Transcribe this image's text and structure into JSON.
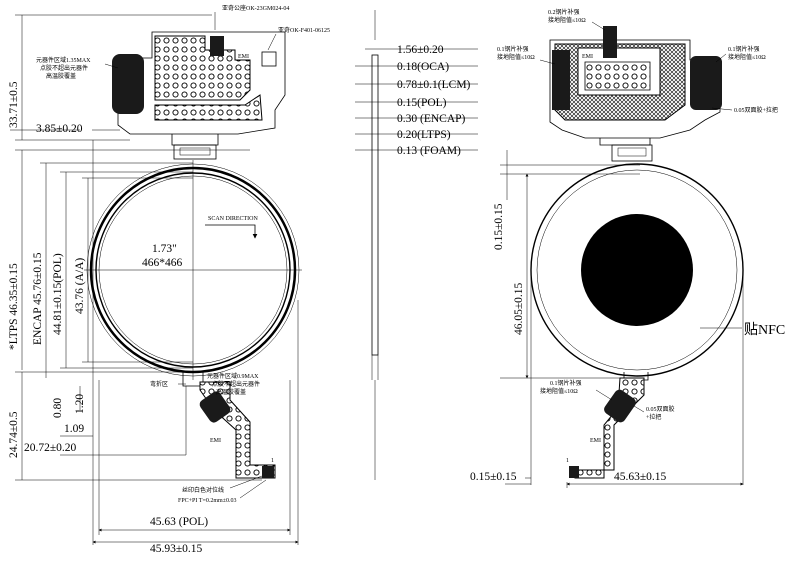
{
  "colors": {
    "ink": "#000000",
    "paper": "#ffffff",
    "fill_dark": "#1a1a1a"
  },
  "front_view": {
    "connector_part_1": "亚奇公座OK-23GM024-04",
    "connector_part_2": "亚奇OK-F401-06125",
    "component_area_top": "元器件区域1.35MAX",
    "component_area_top_2": "点胶不超出元器件",
    "component_area_top_3": "高温胶覆盖",
    "emi_label_top": "EMI",
    "display_size": "1.73\"",
    "resolution": "466*466",
    "scan_direction": "SCAN DIRECTION",
    "component_area_bottom": "元器件区域0.9MAX",
    "component_area_bottom_2": "点胶不超出元器件",
    "component_area_bottom_3": "高温胶覆盖",
    "bend_zone": "弯折区",
    "emi_label_bottom": "EMI",
    "white_line": "丝印白色对位线",
    "fpc_note": "FPC+PI T=0.2mm±0.03",
    "pin_one": "1",
    "dims": {
      "top_height": "33.71±0.5",
      "top_offset": "3.85±0.20",
      "ltps": "*LTPS 46.35±0.15",
      "encap": "ENCAP 45.76±0.15",
      "pol_h": "44.81±0.15(POL)",
      "aa": "43.76 (A/A)",
      "d080": "0.80",
      "d120": "1.20",
      "d109": "1.09",
      "tail_height": "24.74±0.5",
      "tail_offset": "20.72±0.20",
      "pol_w": "45.63 (POL)",
      "ltps_w": "45.93±0.15"
    }
  },
  "stack": {
    "total": "1.56±0.20",
    "layers": [
      "0.18(OCA)",
      "0.78±0.1(LCM)",
      "0.15(POL)",
      "0.30 (ENCAP)",
      "0.20(LTPS)",
      "0.13 (FOAM)"
    ]
  },
  "back_view": {
    "stiffener_top": "0.2钢片补强",
    "stiffener_top_2": "接地阻值≤10Ω",
    "stiffener_left": "0.1钢片补强",
    "stiffener_left_2": "接地阻值≤10Ω",
    "emi_label": "EMI",
    "stiffener_right": "0.1钢片补强",
    "stiffener_right_2": "接地阻值≤10Ω",
    "tape_top": "0.05双面胶+拉把",
    "nfc_label": "贴NFC",
    "stiffener_bottom": "0.1钢片补强",
    "stiffener_bottom_2": "接地阻值≤10Ω",
    "tape_bottom": "0.05双面胶",
    "tape_bottom_2": "+拉把",
    "emi_label_bottom": "EMI",
    "pin_one": "1",
    "dims": {
      "left_gap": "0.15±0.15",
      "height": "46.05±0.15",
      "bottom_gap": "0.15±0.15",
      "width": "45.63±0.15"
    }
  }
}
